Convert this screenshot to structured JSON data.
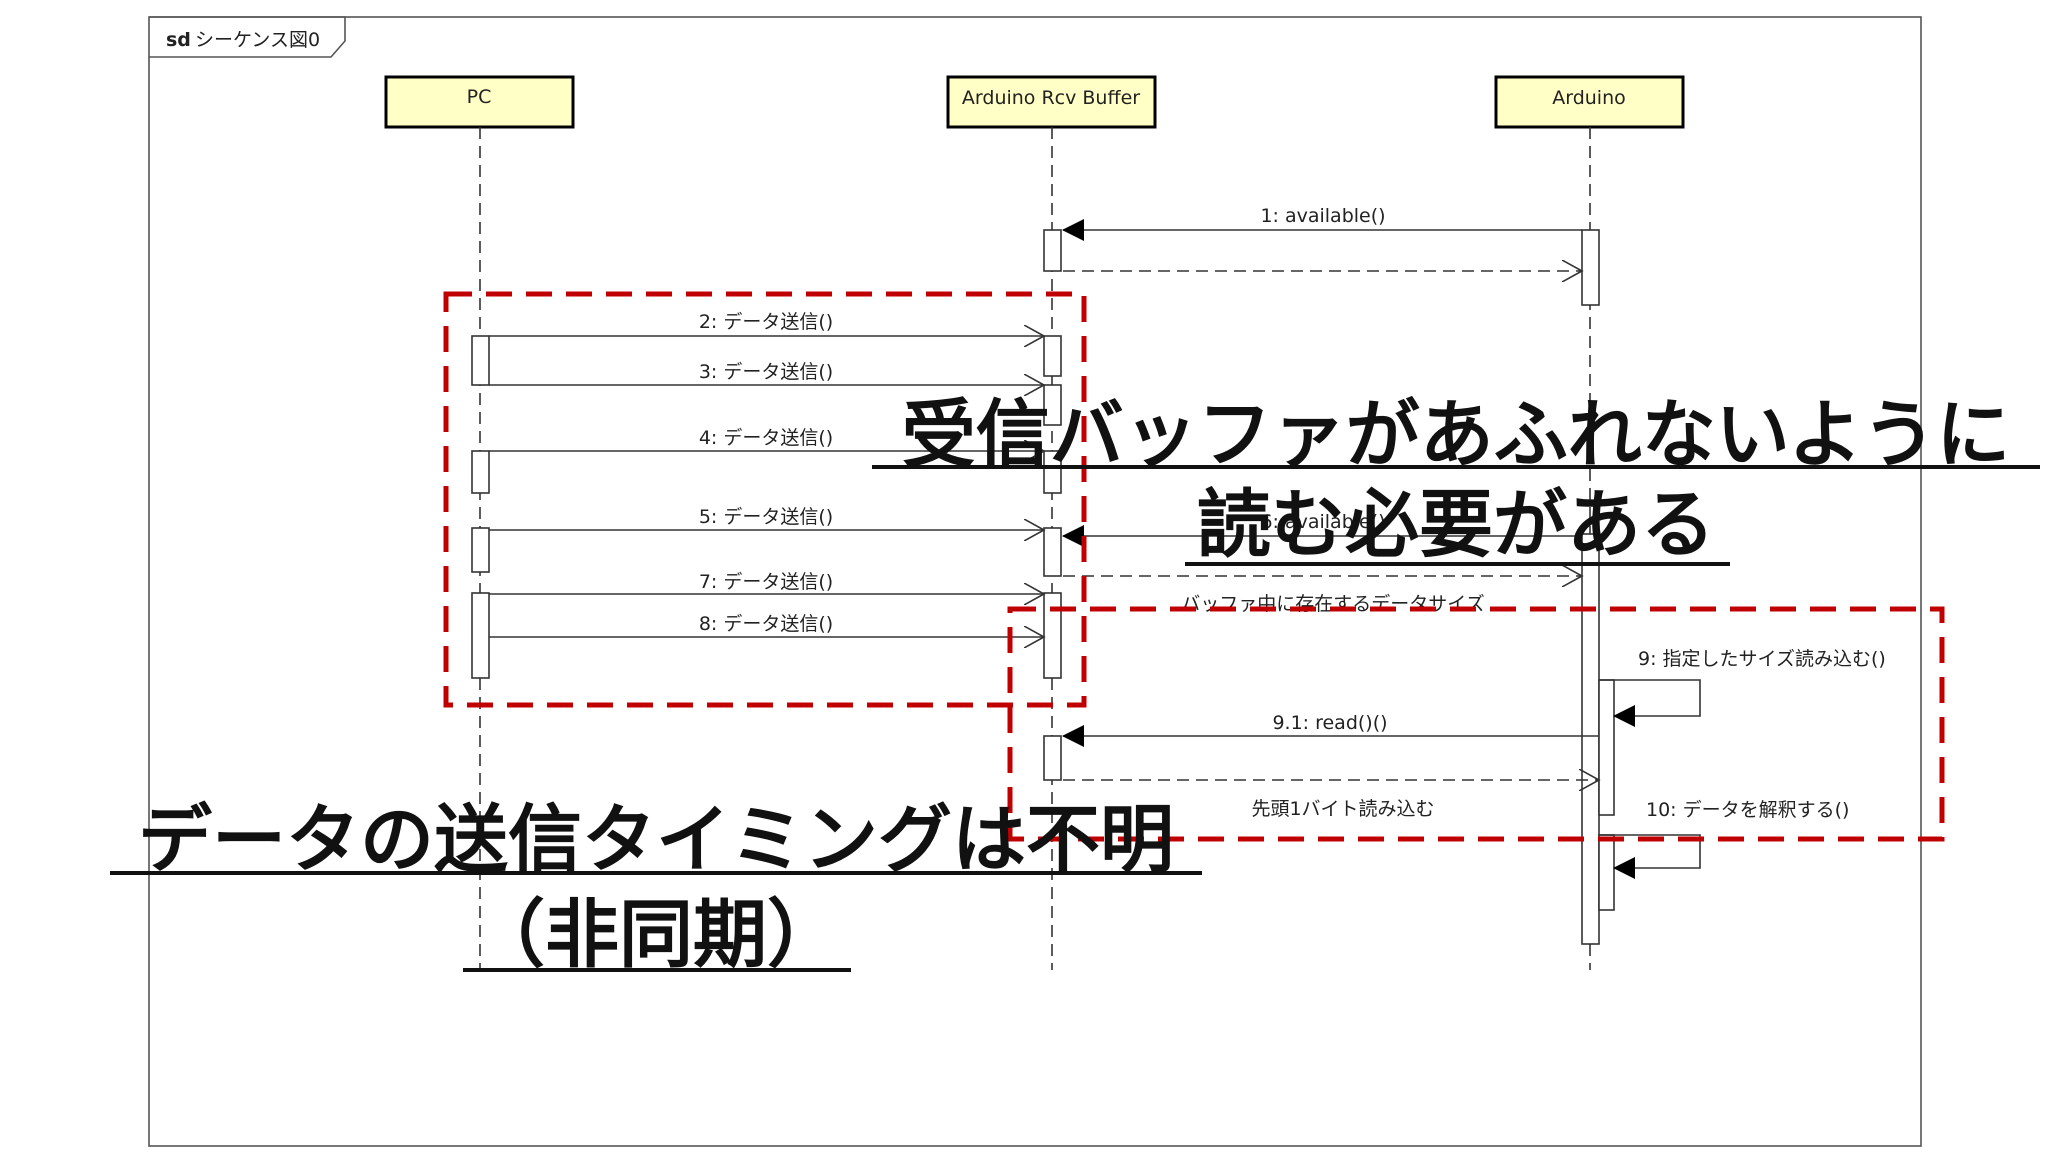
{
  "frame": {
    "tag": "sd",
    "title": "シーケンス図0"
  },
  "lifelines": [
    {
      "id": "pc",
      "name": "PC"
    },
    {
      "id": "buffer",
      "name": "Arduino Rcv Buffer"
    },
    {
      "id": "arduino",
      "name": "Arduino"
    }
  ],
  "messages": [
    {
      "id": "m1",
      "label": "1: available()"
    },
    {
      "id": "m2",
      "label": "2: データ送信()"
    },
    {
      "id": "m3",
      "label": "3: データ送信()"
    },
    {
      "id": "m4",
      "label": "4: データ送信()"
    },
    {
      "id": "m5",
      "label": "5: データ送信()"
    },
    {
      "id": "m6",
      "label": "6: available()"
    },
    {
      "id": "m6r",
      "label": "バッファ中に存在するデータサイズ"
    },
    {
      "id": "m7",
      "label": "7: データ送信()"
    },
    {
      "id": "m8",
      "label": "8: データ送信()"
    },
    {
      "id": "m9",
      "label": "9: 指定したサイズ読み込む()"
    },
    {
      "id": "m91",
      "label": "9.1: read()()"
    },
    {
      "id": "m91r",
      "label": "先頭1バイト読み込む"
    },
    {
      "id": "m10",
      "label": "10: データを解釈する()"
    }
  ],
  "annotations": {
    "buffer_note_line1": "受信バッファがあふれないように",
    "buffer_note_line2": "読む必要がある",
    "timing_note_line1": "データの送信タイミングは不明",
    "timing_note_line2": "（非同期）"
  },
  "colors": {
    "highlight": "#c00000",
    "lifeline_fill": "#ffffc6"
  }
}
